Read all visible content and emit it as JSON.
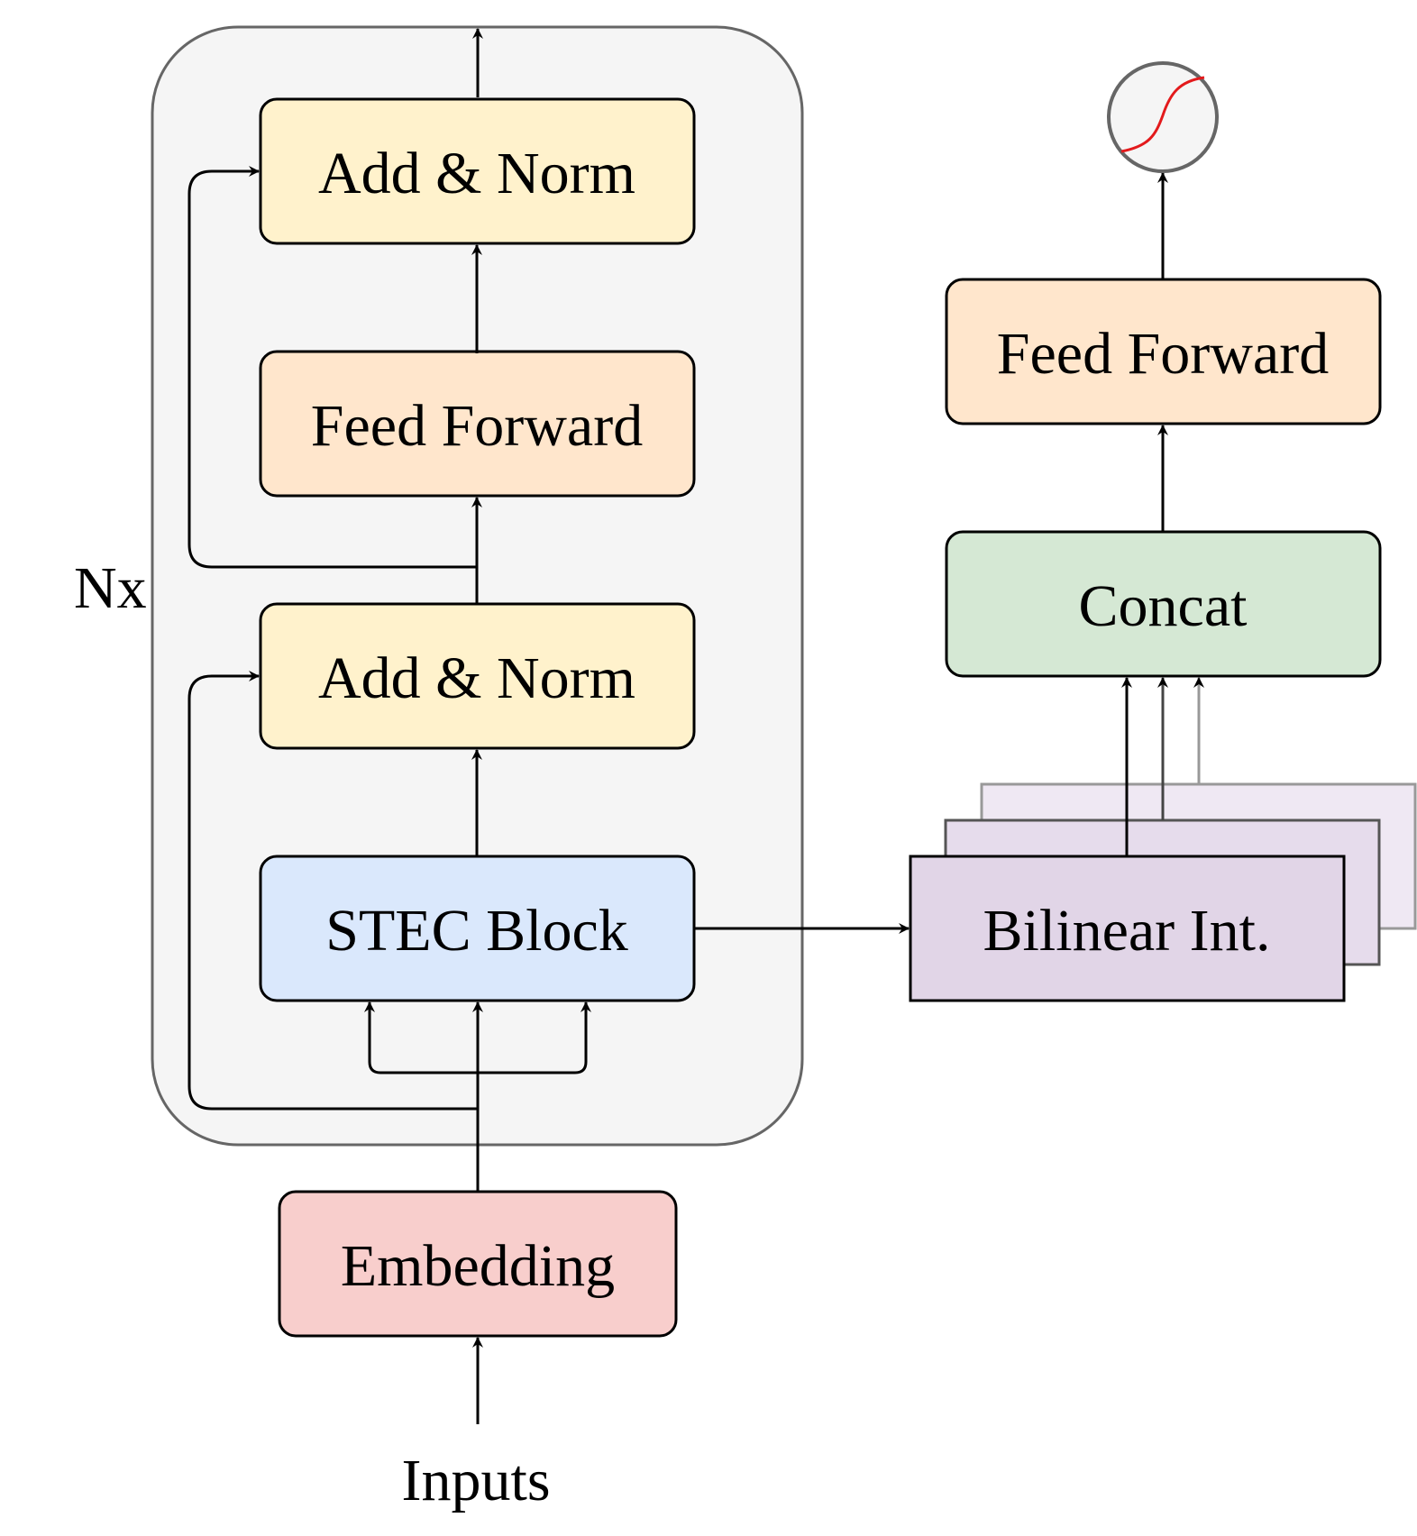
{
  "diagram": {
    "repeat_label": "Nx",
    "input_label": "Inputs",
    "encoder": {
      "embedding": "Embedding",
      "stec_block": "STEC Block",
      "add_norm_lower": "Add & Norm",
      "feed_forward": "Feed Forward",
      "add_norm_upper": "Add & Norm"
    },
    "head": {
      "bilinear": "Bilinear Int.",
      "concat": "Concat",
      "feed_forward": "Feed Forward",
      "output_icon": "sigmoid-icon"
    }
  },
  "colors": {
    "embedding": "#f8cecc",
    "stec_block": "#dae8fc",
    "add_norm": "#fff2cc",
    "feed_forward": "#ffe6cc",
    "concat": "#d5e8d4",
    "bilinear": "#e1d5e7",
    "encoder_panel": "#f5f5f5",
    "sigmoid_curve": "#e31a1c"
  }
}
